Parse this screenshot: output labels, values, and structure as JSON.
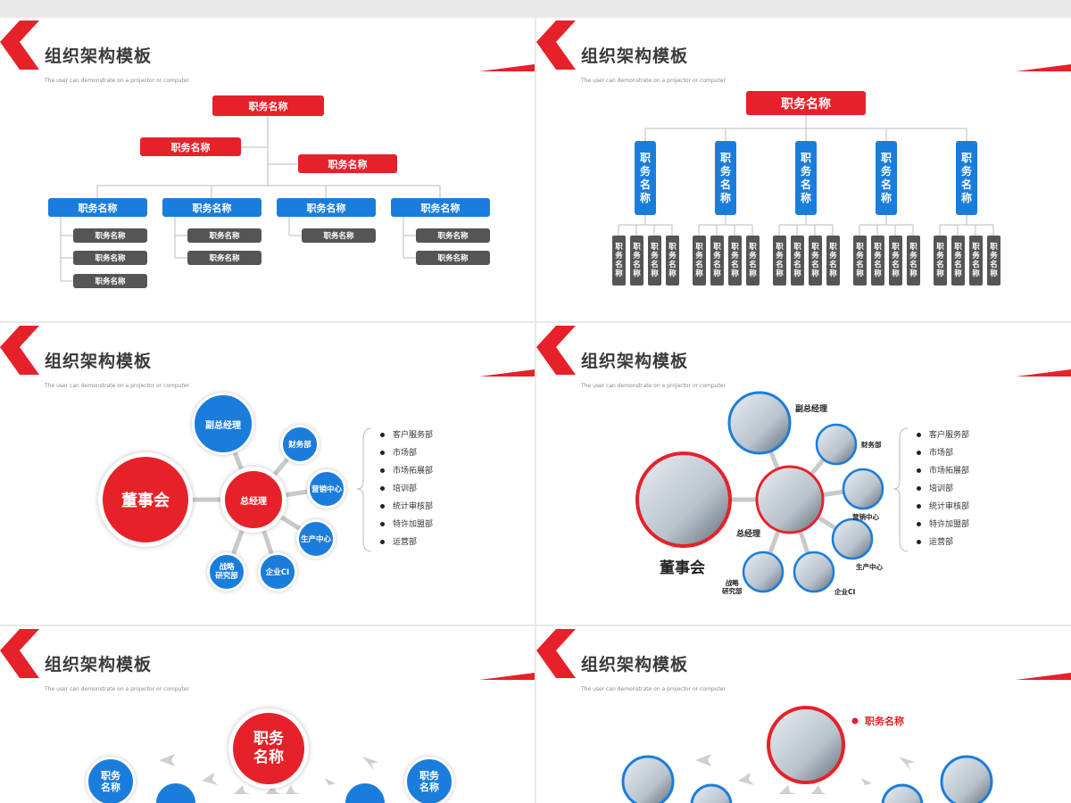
{
  "slide_title": "组织架构模板",
  "slide_subtitle": "The user can demonstrate on a projector or computer",
  "colors": {
    "red": "#e62129",
    "blue": "#1b7ddb",
    "gray": "#555555"
  },
  "slide1": {
    "top": "职务名称",
    "left": "职务名称",
    "right": "职务名称",
    "depts": [
      "职务名称",
      "职务名称",
      "职务名称",
      "职务名称"
    ],
    "subs": [
      "职务名称",
      "职务名称",
      "职务名称",
      "职务名称",
      "职务名称",
      "职务名称",
      "职务名称",
      "职务名称"
    ]
  },
  "slide2": {
    "top": "职务名称",
    "dept_chars": [
      "职",
      "务",
      "名",
      "称"
    ],
    "sub_chars": [
      "职",
      "务",
      "名",
      "称"
    ]
  },
  "slide3": {
    "center": "董事会",
    "gm": "总经理",
    "vp": "副总经理",
    "nodes": [
      "财务部",
      "营销中心",
      "生产中心",
      "企业CI",
      "战略\n研究部"
    ],
    "list": [
      "客户服务部",
      "市场部",
      "市场拓展部",
      "培训部",
      "统计审核部",
      "特许加盟部",
      "运营部"
    ]
  },
  "slide4": {
    "center": "董事会",
    "gm": "总经理",
    "vp": "副总经理",
    "nodes": [
      "财务部",
      "营销中心",
      "生产中心",
      "企业CI",
      "战略\n研究部"
    ],
    "list": [
      "客户服务部",
      "市场部",
      "市场拓展部",
      "培训部",
      "统计审核部",
      "特许加盟部",
      "运营部"
    ]
  },
  "slide5": {
    "center": "职务\n名称",
    "left": "职务\n名称",
    "right": "职务\n名称"
  },
  "slide6": {
    "label": "职务名称"
  }
}
